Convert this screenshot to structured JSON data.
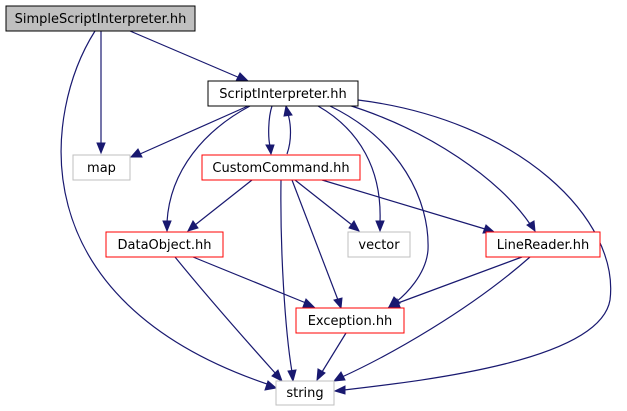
{
  "colors": {
    "edge": "#191970",
    "root_fill": "#bfbfbf",
    "root_border": "#000000",
    "normal_border": "#000000",
    "internal_border": "#ff0000",
    "system_border": "#bfbfbf"
  },
  "nodes": {
    "simple_script_interpreter": {
      "label": "SimpleScriptInterpreter.hh",
      "kind": "root"
    },
    "script_interpreter": {
      "label": "ScriptInterpreter.hh",
      "kind": "normal"
    },
    "map": {
      "label": "map",
      "kind": "system"
    },
    "custom_command": {
      "label": "CustomCommand.hh",
      "kind": "internal"
    },
    "data_object": {
      "label": "DataObject.hh",
      "kind": "internal"
    },
    "vector": {
      "label": "vector",
      "kind": "system"
    },
    "line_reader": {
      "label": "LineReader.hh",
      "kind": "internal"
    },
    "exception": {
      "label": "Exception.hh",
      "kind": "internal"
    },
    "string": {
      "label": "string",
      "kind": "system"
    }
  },
  "edges": [
    {
      "from": "simple_script_interpreter",
      "to": "script_interpreter"
    },
    {
      "from": "simple_script_interpreter",
      "to": "map"
    },
    {
      "from": "simple_script_interpreter",
      "to": "string"
    },
    {
      "from": "script_interpreter",
      "to": "map"
    },
    {
      "from": "script_interpreter",
      "to": "custom_command"
    },
    {
      "from": "script_interpreter",
      "to": "data_object"
    },
    {
      "from": "script_interpreter",
      "to": "vector"
    },
    {
      "from": "script_interpreter",
      "to": "exception"
    },
    {
      "from": "script_interpreter",
      "to": "line_reader"
    },
    {
      "from": "script_interpreter",
      "to": "string"
    },
    {
      "from": "custom_command",
      "to": "script_interpreter"
    },
    {
      "from": "custom_command",
      "to": "data_object"
    },
    {
      "from": "custom_command",
      "to": "vector"
    },
    {
      "from": "custom_command",
      "to": "line_reader"
    },
    {
      "from": "custom_command",
      "to": "exception"
    },
    {
      "from": "custom_command",
      "to": "string"
    },
    {
      "from": "data_object",
      "to": "exception"
    },
    {
      "from": "data_object",
      "to": "string"
    },
    {
      "from": "line_reader",
      "to": "exception"
    },
    {
      "from": "line_reader",
      "to": "string"
    },
    {
      "from": "exception",
      "to": "string"
    }
  ]
}
